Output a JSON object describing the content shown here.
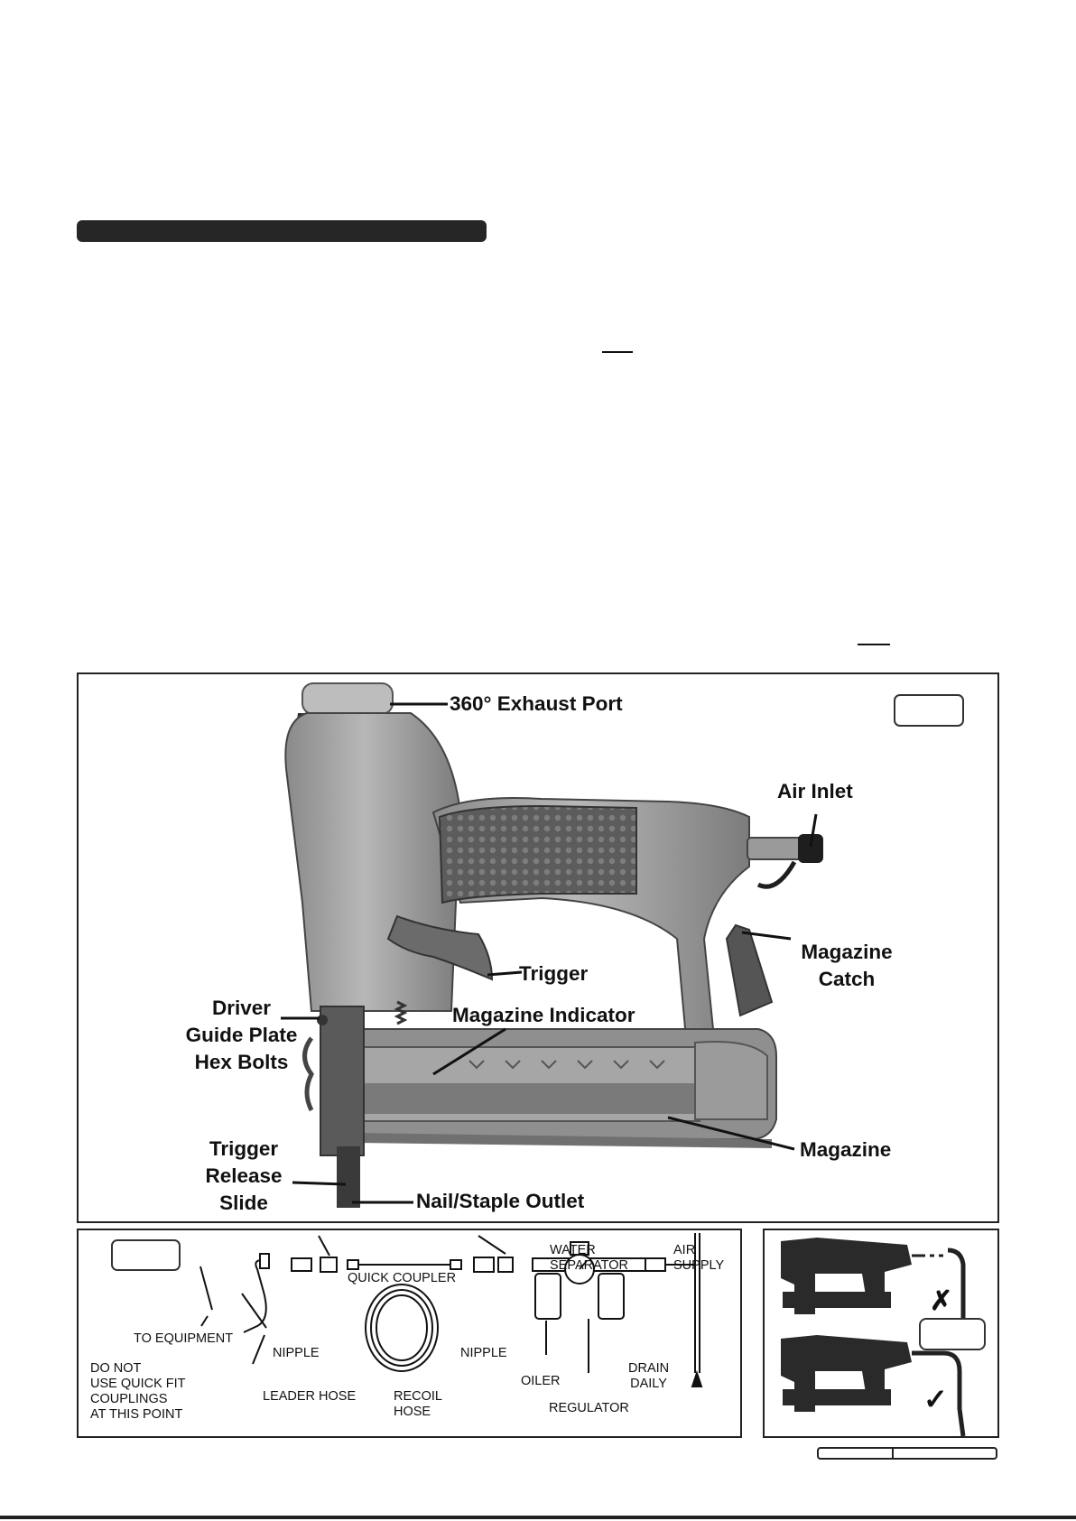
{
  "tool_figure": {
    "labels": {
      "exhaust_port": "360° Exhaust Port",
      "air_inlet": "Air Inlet",
      "magazine_catch": "Magazine\nCatch",
      "trigger": "Trigger",
      "driver_guide_plate": "Driver\nGuide Plate\nHex Bolts",
      "magazine_indicator": "Magazine Indicator",
      "magazine": "Magazine",
      "trigger_release_slide": "Trigger\nRelease\nSlide",
      "outlet": "Nail/Staple Outlet"
    }
  },
  "air_supply_diagram": {
    "labels": {
      "water_separator": "WATER\nSEPARATOR",
      "air_supply": "AIR\nSUPPLY",
      "quick_coupler": "QUICK COUPLER",
      "to_equipment": "TO EQUIPMENT",
      "nipple_left": "NIPPLE",
      "nipple_right": "NIPPLE",
      "warning": "DO NOT\nUSE QUICK FIT\nCOUPLINGS\nAT THIS POINT",
      "leader_hose": "LEADER HOSE",
      "recoil_hose": "RECOIL\nHOSE",
      "oiler": "OILER",
      "drain_daily": "DRAIN\nDAILY",
      "regulator": "REGULATOR"
    }
  },
  "connection_figure": {
    "wrong_mark": "✗",
    "right_mark": "✓"
  }
}
